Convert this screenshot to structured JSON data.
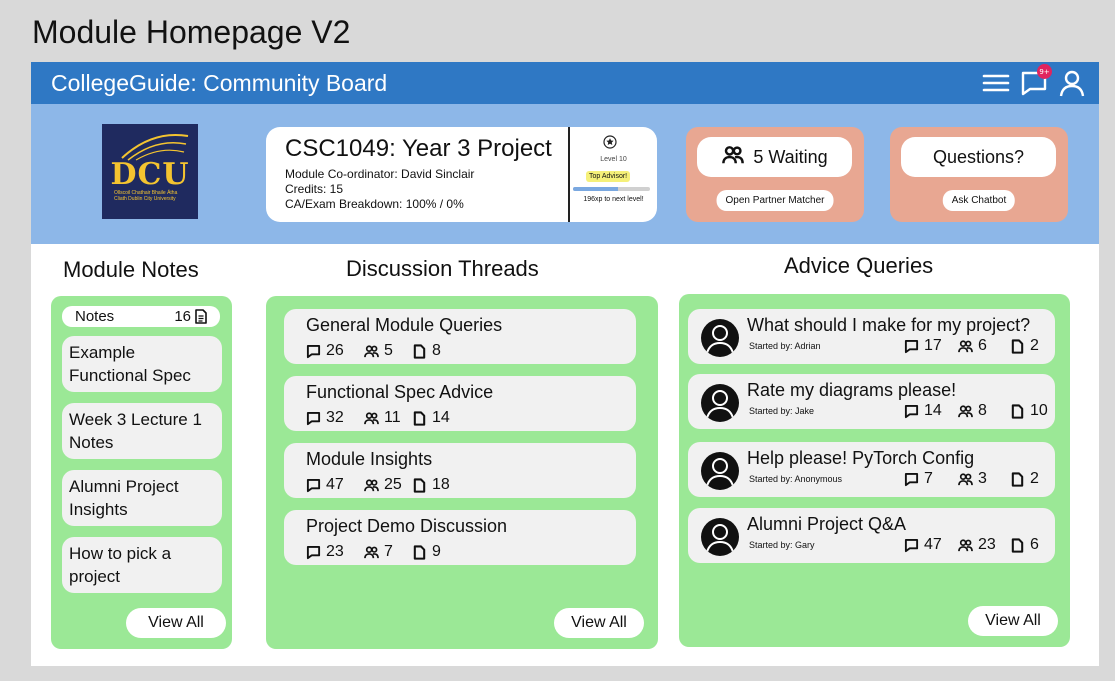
{
  "page_title": "Module Homepage V2",
  "topbar": {
    "title": "CollegeGuide: Community Board",
    "icons": [
      "menu-icon",
      "chat-icon",
      "user-icon"
    ],
    "notification_badge": "9+"
  },
  "logo": {
    "text": "DCU",
    "subtitle": "Ollscoil Chathair Bhaile Átha Cliath Dublin City University"
  },
  "module": {
    "title": "CSC1049: Year 3 Project",
    "coordinator": "Module Co-ordinator: David Sinclair",
    "credits": "Credits: 15",
    "breakdown": "CA/Exam Breakdown: 100% / 0%",
    "level": "Level 10",
    "badge": "Top Advisor!",
    "xp_text": "196xp to next level!",
    "xp_progress": 0.58
  },
  "partner": {
    "label": "5 Waiting",
    "button": "Open Partner Matcher"
  },
  "questions": {
    "label": "Questions?",
    "button": "Ask Chatbot"
  },
  "notes": {
    "section_title": "Module Notes",
    "header_label": "Notes",
    "count": "16",
    "items": [
      "Example Functional Spec",
      "Week 3 Lecture 1 Notes",
      "Alumni Project Insights",
      "How to pick a project"
    ],
    "view_all": "View All"
  },
  "threads": {
    "section_title": "Discussion Threads",
    "items": [
      {
        "title": "General Module Queries",
        "comments": "26",
        "users": "5",
        "files": "8"
      },
      {
        "title": "Functional Spec Advice",
        "comments": "32",
        "users": "11",
        "files": "14"
      },
      {
        "title": "Module Insights",
        "comments": "47",
        "users": "25",
        "files": "18"
      },
      {
        "title": "Project Demo Discussion",
        "comments": "23",
        "users": "7",
        "files": "9"
      }
    ],
    "view_all": "View All"
  },
  "queries": {
    "section_title": "Advice Queries",
    "items": [
      {
        "title": "What should I make for my project?",
        "by": "Started by: Adrian",
        "comments": "17",
        "users": "6",
        "files": "2"
      },
      {
        "title": "Rate my diagrams please!",
        "by": "Started by: Jake",
        "comments": "14",
        "users": "8",
        "files": "10"
      },
      {
        "title": "Help please! PyTorch Config",
        "by": "Started by: Anonymous",
        "comments": "7",
        "users": "3",
        "files": "2"
      },
      {
        "title": "Alumni Project Q&A",
        "by": "Started by: Gary",
        "comments": "47",
        "users": "23",
        "files": "6"
      }
    ],
    "view_all": "View All"
  }
}
